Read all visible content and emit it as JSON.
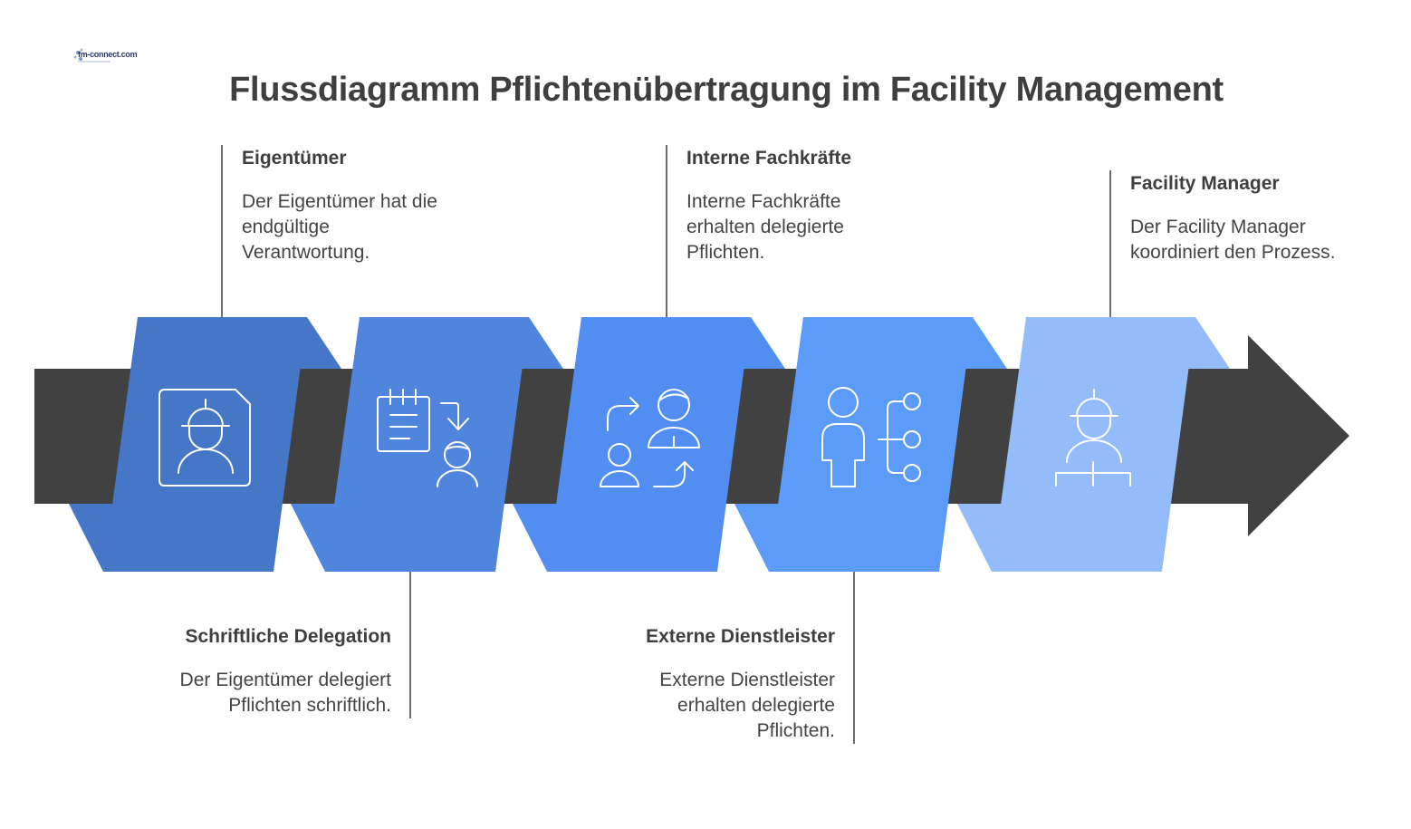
{
  "logo": {
    "text": "fm-connect.com",
    "icon": "fm-connect-logo"
  },
  "title": "Flussdiagramm Pflichtenübertragung im Facility Management",
  "colors": {
    "arrow": "#414141",
    "step1": "#4677c6",
    "step2": "#5085dd",
    "step3": "#528ef1",
    "step4": "#5d9bf9",
    "step5": "#94bcfb",
    "connector": "#3f3f3f",
    "icon_stroke": "#ffffff"
  },
  "steps": [
    {
      "title": "Eigentümer",
      "description": "Der Eigentümer hat die\nendgültige\nVerantwortung.",
      "icon": "owner-icon"
    },
    {
      "title": "Schriftliche Delegation",
      "description": "Der Eigentümer delegiert\nPflichten schriftlich.",
      "icon": "written-delegation-icon"
    },
    {
      "title": "Interne Fachkräfte",
      "description": "Interne Fachkräfte\nerhalten delegierte\nPflichten.",
      "icon": "internal-staff-icon"
    },
    {
      "title": "Externe Dienstleister",
      "description": "Externe Dienstleister\nerhalten delegierte\nPflichten.",
      "icon": "external-providers-icon"
    },
    {
      "title": "Facility Manager",
      "description": "Der Facility Manager\nkoordiniert den Prozess.",
      "icon": "facility-manager-icon"
    }
  ]
}
